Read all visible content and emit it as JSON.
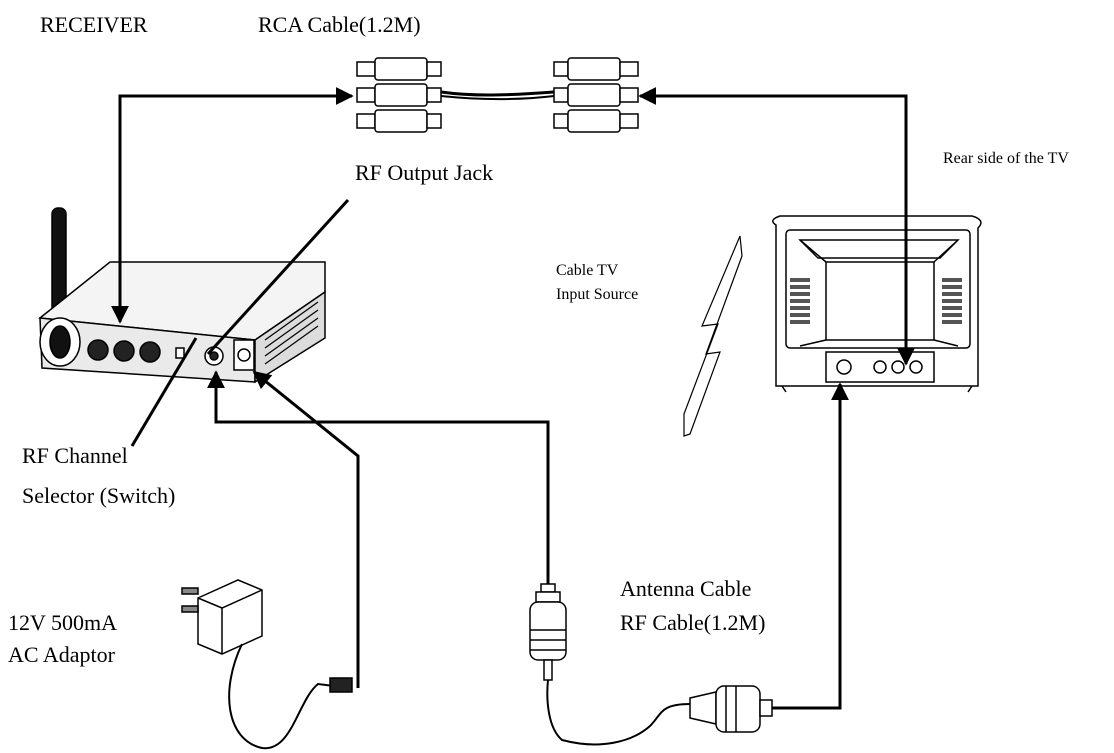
{
  "labels": {
    "receiver": "RECEIVER",
    "rca_cable": "RCA Cable(1.2M)",
    "rear_tv": "Rear side of the TV",
    "rf_output_jack": "RF Output Jack",
    "cable_tv_line1": "Cable TV",
    "cable_tv_line2": "Input Source",
    "rf_channel_line1": "RF Channel",
    "rf_channel_line2": "Selector (Switch)",
    "antenna_line1": "Antenna Cable",
    "antenna_line2": "RF Cable(1.2M)",
    "adaptor_line1": "12V 500mA",
    "adaptor_line2": "AC Adaptor"
  },
  "colors": {
    "line": "#000000",
    "fill_light": "#e6e6e6",
    "fill_mid": "#bdbdbd",
    "fill_dark": "#1a1a1a",
    "background": "#ffffff"
  }
}
